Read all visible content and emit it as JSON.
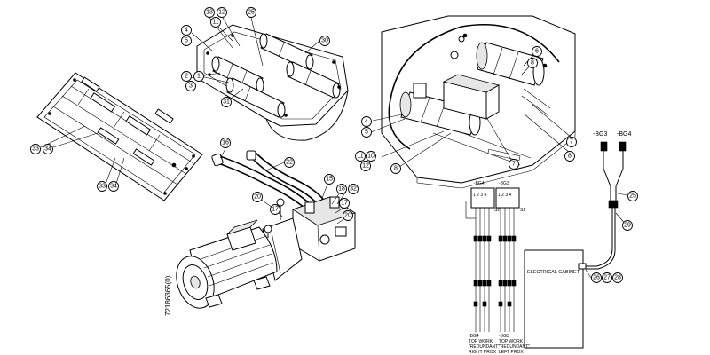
{
  "drawing_number": "72186365(0)",
  "cabinet_label": "ELECTRICAL CABINET",
  "sensor_ids": {
    "bg3": "-BG3",
    "bg4": "-BG4"
  },
  "proximity": {
    "left_id": "-BG4",
    "right_id": "-BG3",
    "left_terminals": "1 2 3 4",
    "right_terminals": "1 2 3 4",
    "s1": "S1",
    "s2": "S2",
    "left_caption": {
      "l1": "-BG4",
      "l2": "TOP WORK",
      "l3": "\"REDUNDANT\"",
      "l4": "RIGHT PROX"
    },
    "right_caption": {
      "l1": "-BG3",
      "l2": "TOP WORK",
      "l3": "\"REDUNDANT\"",
      "l4": "LEFT PROX"
    }
  },
  "balloons": {
    "b13a": "13",
    "b12a": "12",
    "b11a": "11",
    "b25a": "25",
    "b30": "30",
    "b4a": "4",
    "b5a": "5",
    "b2": "2",
    "b3": "3",
    "b1": "1",
    "b31": "31",
    "b6": "6",
    "b7a": "7",
    "b7b": "7",
    "b8a": "8",
    "b8b": "8",
    "b4b": "4",
    "b5b": "5",
    "b11b": "11",
    "b10": "10",
    "b12b": "12",
    "b33a": "33",
    "b34a": "34",
    "b33b": "33",
    "b34b": "34",
    "b16": "16",
    "b22": "22",
    "b15": "15",
    "b18": "18",
    "b32": "32",
    "b20a": "20",
    "b17a": "17",
    "b17b": "17",
    "b20b": "20",
    "b25b": "25",
    "b29": "29",
    "b26": "26",
    "b27": "27",
    "b28": "28"
  },
  "icons": [
    "balloon-callout-icon",
    "cylinder-icon",
    "motor-icon",
    "connector-icon"
  ]
}
